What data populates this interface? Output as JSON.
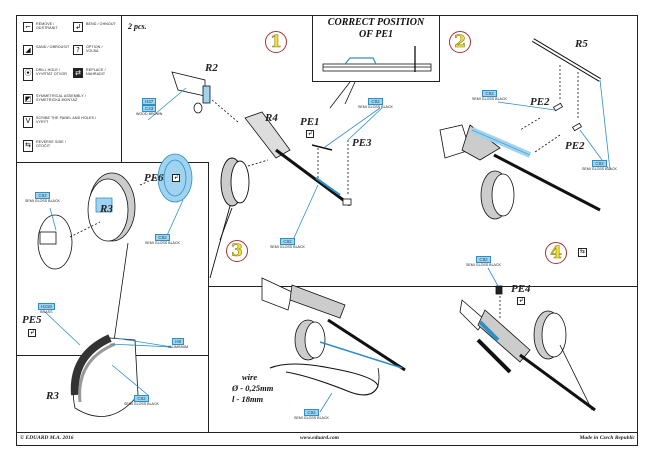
{
  "legend": {
    "items": [
      {
        "icon": "remove-icon",
        "glyph": "⌐",
        "text": "Remove / Odstranit"
      },
      {
        "icon": "bend-icon",
        "glyph": "↲",
        "text": "Bend / Ohnout"
      },
      {
        "icon": "sand-icon",
        "glyph": "◢",
        "text": "Sand / Obrousit"
      },
      {
        "icon": "option-icon",
        "glyph": "?",
        "text": "Option / Volba"
      },
      {
        "icon": "drill-hole-icon",
        "glyph": "⦿",
        "text": "Drill hole / Vyvrtat otvor"
      },
      {
        "icon": "replace-icon",
        "glyph": "⇄",
        "text": "Replace / Nahradit"
      },
      {
        "icon": "symmetrical-assembly-icon",
        "glyph": "◩",
        "text": "Symmetrical assembly / Symetrická montáž"
      },
      {
        "icon": "scribe-icon",
        "glyph": "V",
        "text": "Scribe the panel and holes / Vyrýt"
      },
      {
        "icon": "reverse-side-icon",
        "glyph": "⇆",
        "text": "Reverse side / Otočit"
      }
    ]
  },
  "qty_note": "2 pcs.",
  "steps": {
    "s1": "1",
    "s2": "2",
    "s3": "3",
    "s4": "4"
  },
  "callout": {
    "title_line1": "CORRECT POSITION",
    "title_line2": "OF PE1"
  },
  "parts": {
    "r2": "R2",
    "r4": "R4",
    "pe1": "PE1",
    "pe3": "PE3",
    "r5": "R5",
    "pe2a": "PE2",
    "pe2b": "PE2",
    "r3a": "R3",
    "pe6": "PE6",
    "pe5": "PE5",
    "r3b": "R3",
    "pe4": "PE4"
  },
  "paints": {
    "wood": {
      "code1": "H37",
      "code2": "C43",
      "name": "Wood Brown"
    },
    "p1a": {
      "code": "C92",
      "name": "Semi Gloss Black"
    },
    "p1b": {
      "code": "C92",
      "name": "Semi Gloss Black"
    },
    "p2a": {
      "code": "C92",
      "name": "Semi Gloss Black"
    },
    "p2b": {
      "code": "C92",
      "name": "Semi Gloss Black"
    },
    "p3a": {
      "code": "C92",
      "name": "Semi Gloss Black"
    },
    "p3b": {
      "code": "C92",
      "name": "Semi Gloss Black"
    },
    "brass": {
      "code": "H219",
      "name": "Brass"
    },
    "alum": {
      "code": "H8",
      "name": "Aluminium"
    },
    "p4": {
      "code": "C92",
      "name": "Semi Gloss Black"
    },
    "wirepaint": {
      "code": "C92",
      "name": "Semi Gloss Black"
    },
    "p5": {
      "code": "C92",
      "name": "Semi Gloss Black"
    }
  },
  "wire": {
    "label": "wire",
    "diameter": "Ø - 0,25mm",
    "length": "l - 18mm"
  },
  "footer": {
    "copyright": "© EDUARD M.A. 2016",
    "website": "www.eduard.com",
    "origin": "Made in Czech Republic"
  },
  "colors": {
    "paint_blue": "#9fd3ef",
    "leader_blue": "#2e8fc7",
    "step_yellow": "#f2e23a",
    "step_ring": "#aa3333"
  }
}
